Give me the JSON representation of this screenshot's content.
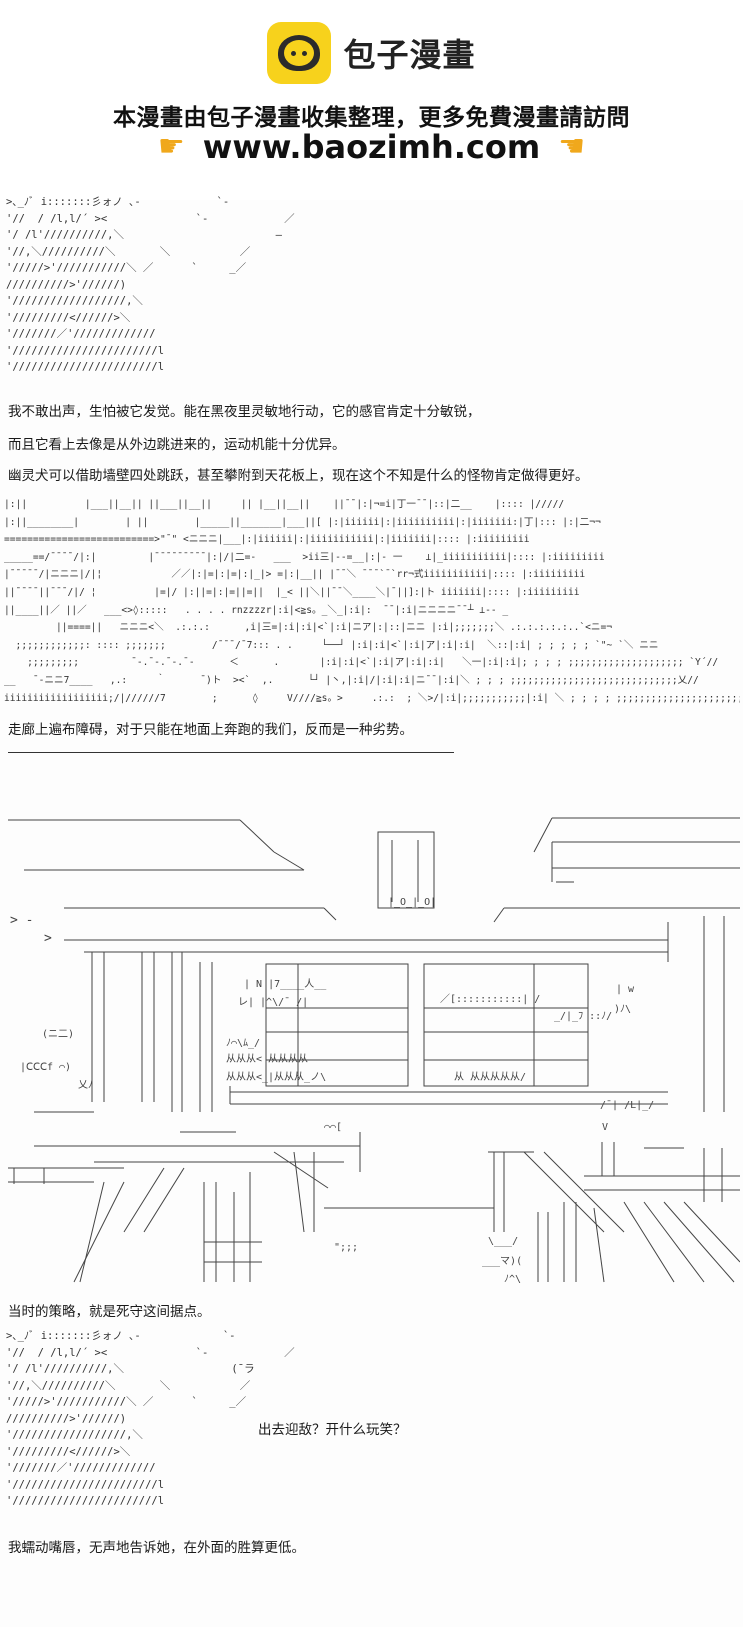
{
  "banner": {
    "brand": "包子漫畫",
    "notice": "本漫畫由包子漫畫收集整理，更多免費漫畫請訪問",
    "url": "www.baozimh.com",
    "accent": "#f7d21c"
  },
  "aa_block_1": ">､_ﾉﾞ i:::::::彡ォノ ､-            `-\n'//  / /l,l/´ ><              `-            ／\n'/ /l'//////////,＼                        ―\n'//,＼//////////＼       ＼           ／\n'/////>'///////////＼ ／      `     _／\n//////////>'//////)\n'//////////////////,＼\n'/////////<//////>＼\n'///////／'/////////////\n'///////////////////////l\n'///////////////////////l",
  "story": {
    "p1": "我不敢出声，生怕被它发觉。能在黑夜里灵敏地行动，它的感官肯定十分敏锐，",
    "p2": "而且它看上去像是从外边跳进来的，运动机能十分优异。",
    "p3": "幽灵犬可以借助墙壁四处跳跃，甚至攀附到天花板上，现在这个不知是什么的怪物肯定做得更好。",
    "p4": "走廊上遍布障碍，对于只能在地面上奔跑的我们，反而是一种劣势。",
    "p5": "当时的策略，就是死守这间据点。",
    "speech": "出去迎敌？开什么玩笑？",
    "p6": "我蠕动嘴唇，无声地告诉她，在外面的胜算更低。"
  },
  "aa_block_2": "|:||          |___||__|| ||___||__||     || |__||__||    ||¯¯|:|¬=i|丁一¯¯|::|二__    |:::: |/////\n|:||________|        | ||        |_____||_______|___||[ |:|iiiiii|:|iiiiiiiiii|:|iiiiiii:|丁|::: |:|二¬¬\n==========================>\"¯\" <ニニニ|___|:|iiiiii|:|iiiiiiiiiii|:|iiiiiii|:::: |:iiiiiiiii\n_____==/¯¯¯¯/|:|         |¯¯¯¯¯¯¯¯¯|:|/|二=-   ___  >ii三|--=__|:|- 一    ⊥|_iiiiiiiiiii|:::: |:iiiiiiiii\n|¯¯¯¯¯/|ニニニ|/|¦            ／／|:|=|:|=|:|_|> =|:|__|| |¯¯＼ ¯¯¯`¯`rr¬式iiiiiiiiiii|:::: |:iiiiiiiii\n||¯¯¯¯||¯¯¯/|/ ¦          |=|/ |:||=|:|=||=||  |_< ||＼||¯¯＼____＼|¯||]:|ト iiiiiii|:::: |:iiiiiiiii\n||____||／ ||／   ___<>◊:::::   . . . . rnzzzzr|:i|<≧s。_＼_|:i|:  ¯¯|:i|ニニニニ¯¯┴ ⊥-- _\n         ||====||   ニニニ<＼  .:.:.:      ,i|三=|:i|:i|<`|:i|ニア|:|::|ニニ |:i|;;;;;;;＼ .:.:.:.:.:..`<ニ=¬\n  ;;;;;;;;;;;;: :::: ;;;;;;;        /¯¯¯/¯7::: . .     └──┘ |:i|:i|<`|:i|ア|:i|:i|  ＼::|:i| ; ; ; ; ; `\"~ `＼ ニニ\n    ;;;;;;;;;         ¯-.¯-.¯-.¯-      ＜      .       |:i|:i|<`|:i|ア|:i|:i|   ＼一|:i|:i|; ; ; ; ;;;;;;;;;;;;;;;;;;;; `Y´//\n__   ¯-ニニ7____   ,.:     ｀      ¯)ト  ><`  ,.      └┘ |丶,|:i|/|:i|:i|ニ¯¯|:i|＼ ; ; ; ;;;;;;;;;;;;;;;;;;;;;;;;;;;;;乂//\niiiiiiiiiiiiiiiiii;/|//////7        ;      ◊     V////≧s。>     .:.:  ; ＼>/|:i|;;;;;;;;;;;|:i| ＼ ; ; ; ; ;;;;;;;;;;;;;;;;;;;;;;;;;;;;;;;;;;;;;;",
  "aa_block_3": ">､_ﾉﾞ i:::::::彡ォノ ､-             `-\n'//  / /l,l/´ ><              `-            ／\n'/ /l'//////////,＼                 (¯ラ\n'//,＼//////////＼       ＼           ／\n'/////>'///////////＼ ／      `     _／\n//////////>'//////)\n'//////////////////,＼\n'/////////<//////>＼\n'///////／'/////////////\n'///////////////////////l\n'///////////////////////l"
}
